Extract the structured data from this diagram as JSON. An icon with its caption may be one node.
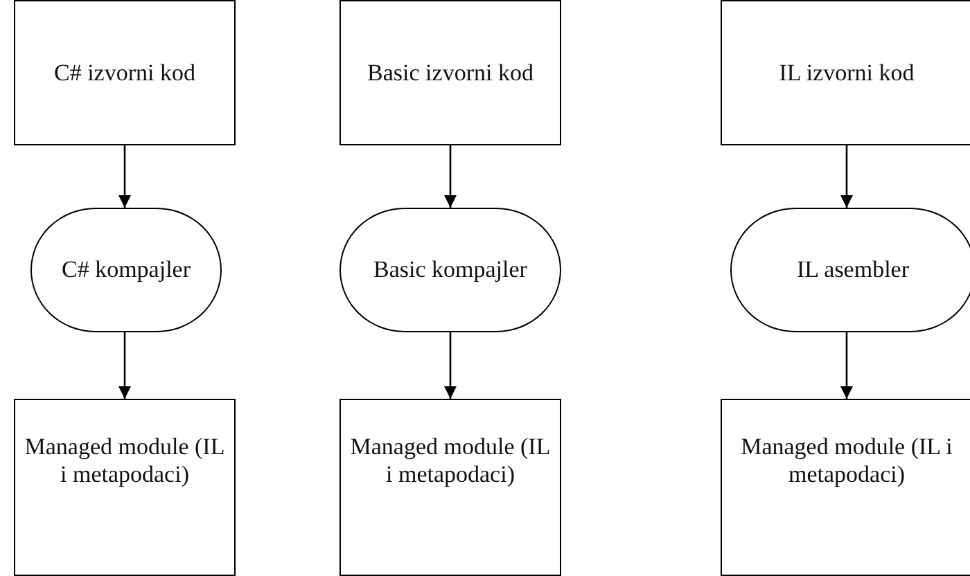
{
  "diagram": {
    "nodes": [
      {
        "text": [
          "C# izvorni kod"
        ]
      },
      {
        "text": [
          "Basic izvorni kod"
        ]
      },
      {
        "text": [
          "IL izvorni kod"
        ]
      },
      {
        "text": [
          "C# kompajler"
        ]
      },
      {
        "text": [
          "Basic kompajler"
        ]
      },
      {
        "text": [
          "IL asembler"
        ]
      },
      {
        "text": [
          "Managed module (IL i metapodaci)"
        ]
      },
      {
        "text": [
          "Managed module (IL i metapodaci)"
        ]
      },
      {
        "text": [
          "Managed module (IL i metapodaci)"
        ]
      }
    ],
    "edges": [
      {
        "from": 0,
        "to": 3,
        "arrow": "to"
      },
      {
        "from": 3,
        "to": 6,
        "arrow": "to"
      },
      {
        "from": 1,
        "to": 4,
        "arrow": "to"
      },
      {
        "from": 4,
        "to": 7,
        "arrow": "to"
      },
      {
        "from": 2,
        "to": 5,
        "arrow": "to"
      },
      {
        "from": 5,
        "to": 8,
        "arrow": "to"
      }
    ]
  }
}
